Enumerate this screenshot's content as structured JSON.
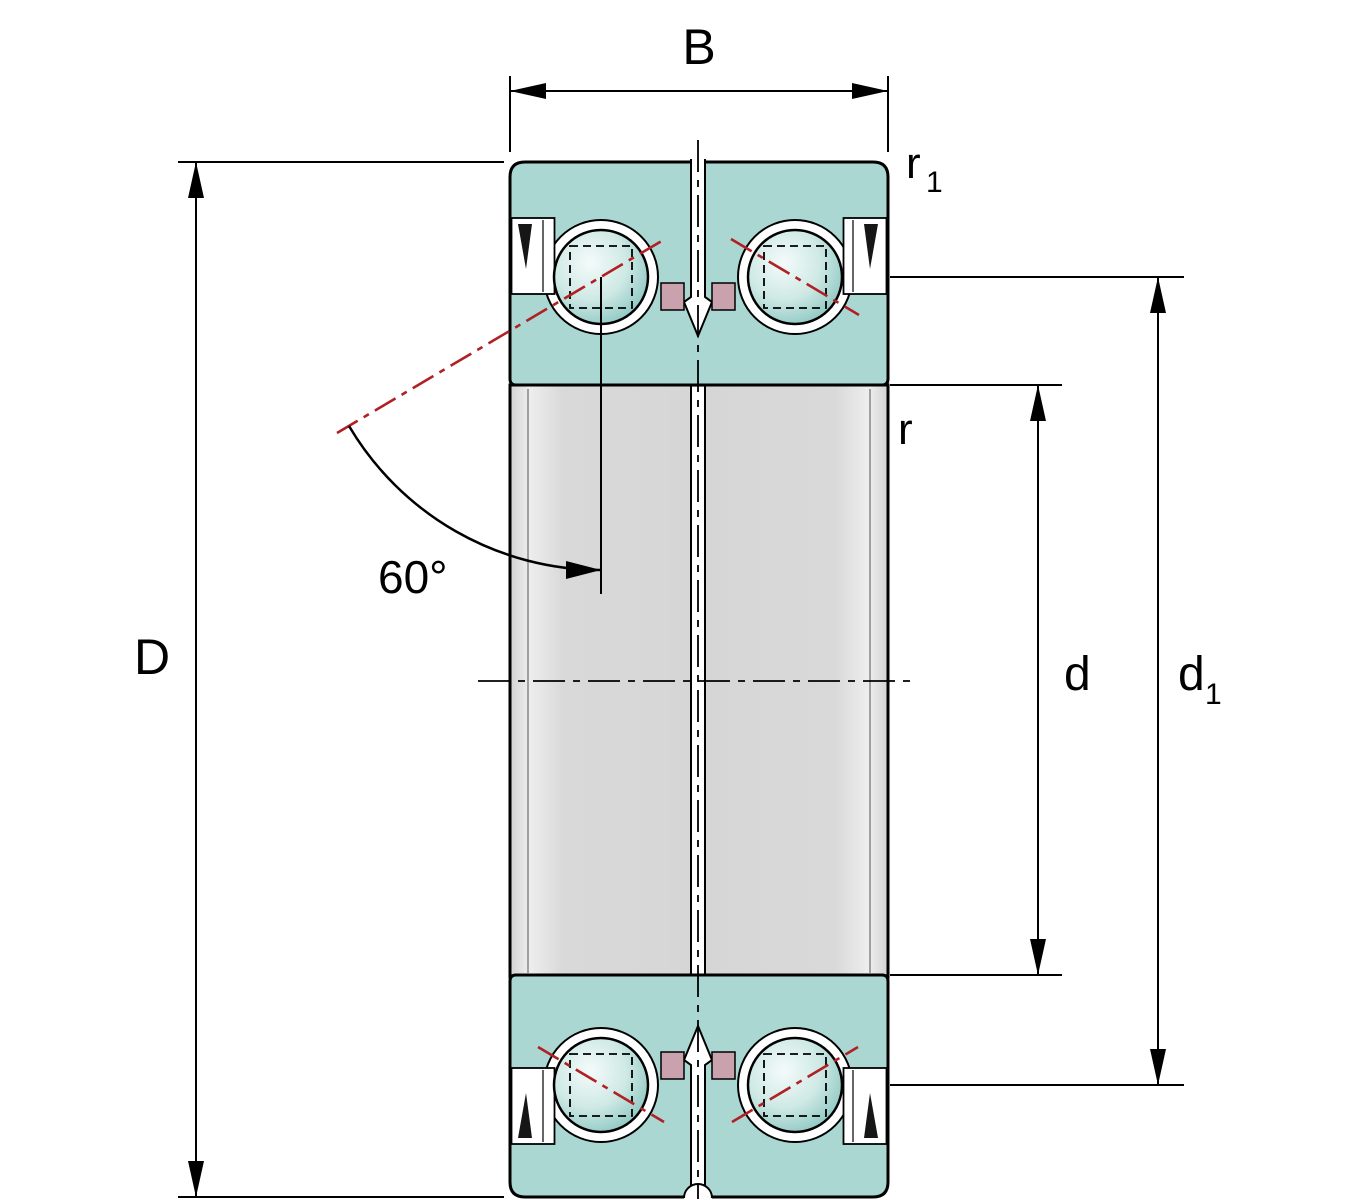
{
  "diagram": {
    "type": "technical-drawing",
    "subject": "double-row axial angular contact ball bearing cross-section",
    "dimension_labels": {
      "width": "B",
      "outer_diameter": "D",
      "bore_diameter": "d",
      "inner_diameter_base": "d",
      "inner_diameter_sub": "1",
      "chamfer_outer_base": "r",
      "chamfer_outer_sub": "1",
      "chamfer_inner": "r",
      "contact_angle": "60°"
    },
    "colors": {
      "ring": "#abd7d2",
      "ball_light": "#f4fbfa",
      "ball_mid": "#cfe9e5",
      "ball_dark": "#7fc0ba",
      "inner_ring": "#d6d6d6",
      "cage": "#c9a2ae",
      "contact_line": "#b02025",
      "seal_dark": "#161616",
      "outline": "#000000",
      "background": "#ffffff"
    }
  }
}
